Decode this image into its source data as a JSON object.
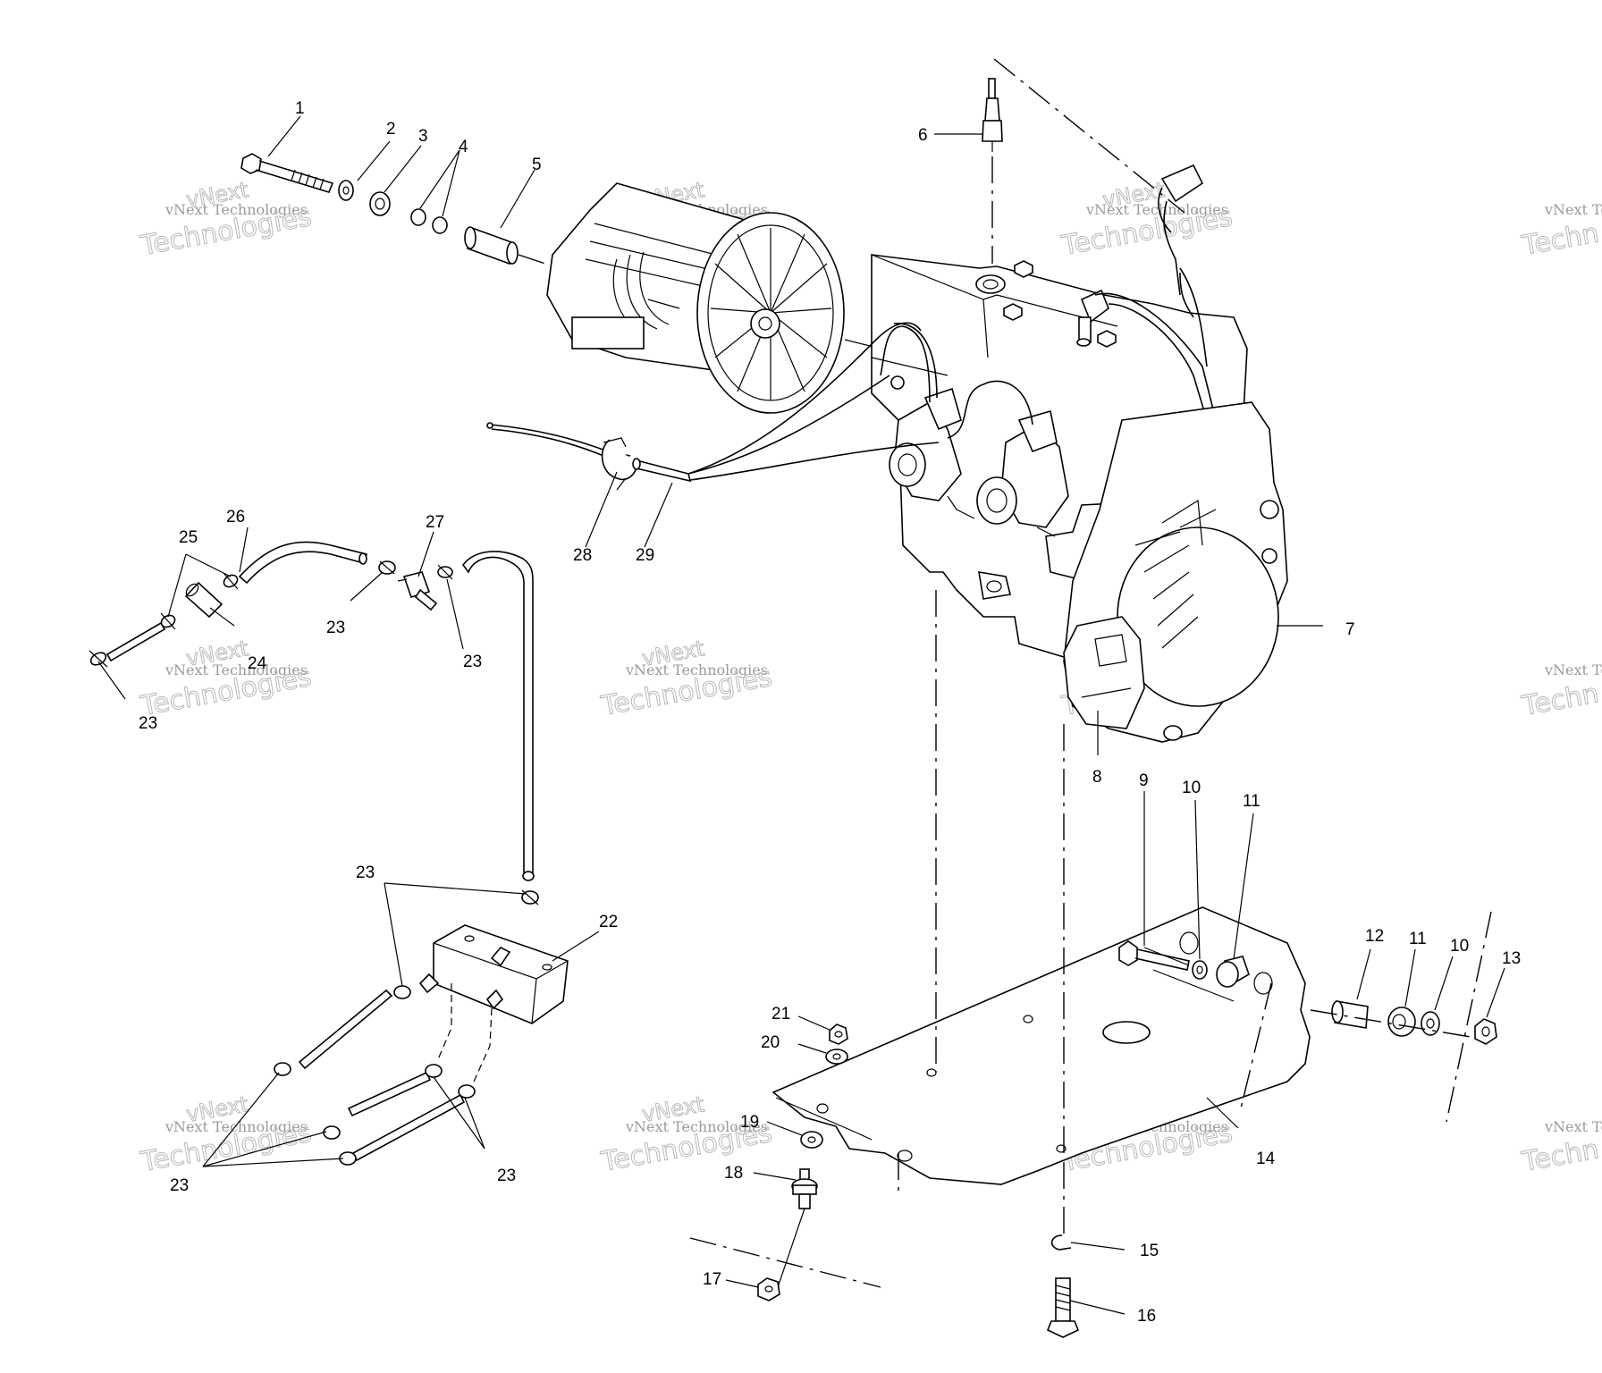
{
  "labels": {
    "n1": "1",
    "n2": "2",
    "n3": "3",
    "n4": "4",
    "n5": "5",
    "n6": "6",
    "n7": "7",
    "n8": "8",
    "n9": "9",
    "n10a": "10",
    "n11a": "11",
    "n12": "12",
    "n11b": "11",
    "n10b": "10",
    "n13": "13",
    "n14": "14",
    "n15": "15",
    "n16": "16",
    "n17": "17",
    "n18": "18",
    "n19": "19",
    "n20": "20",
    "n21": "21",
    "n22": "22",
    "n23a": "23",
    "n23b": "23",
    "n23c": "23",
    "n23d": "23",
    "n23e": "23",
    "n23f": "23",
    "n24": "24",
    "n25": "25",
    "n26": "26",
    "n27": "27",
    "n28": "28",
    "n29": "29"
  },
  "watermark": {
    "line1": "vNext Technologies",
    "big": "Technologies",
    "cap": "vNext",
    "edge_top": "vNext Te",
    "edge_big": "Techn"
  }
}
